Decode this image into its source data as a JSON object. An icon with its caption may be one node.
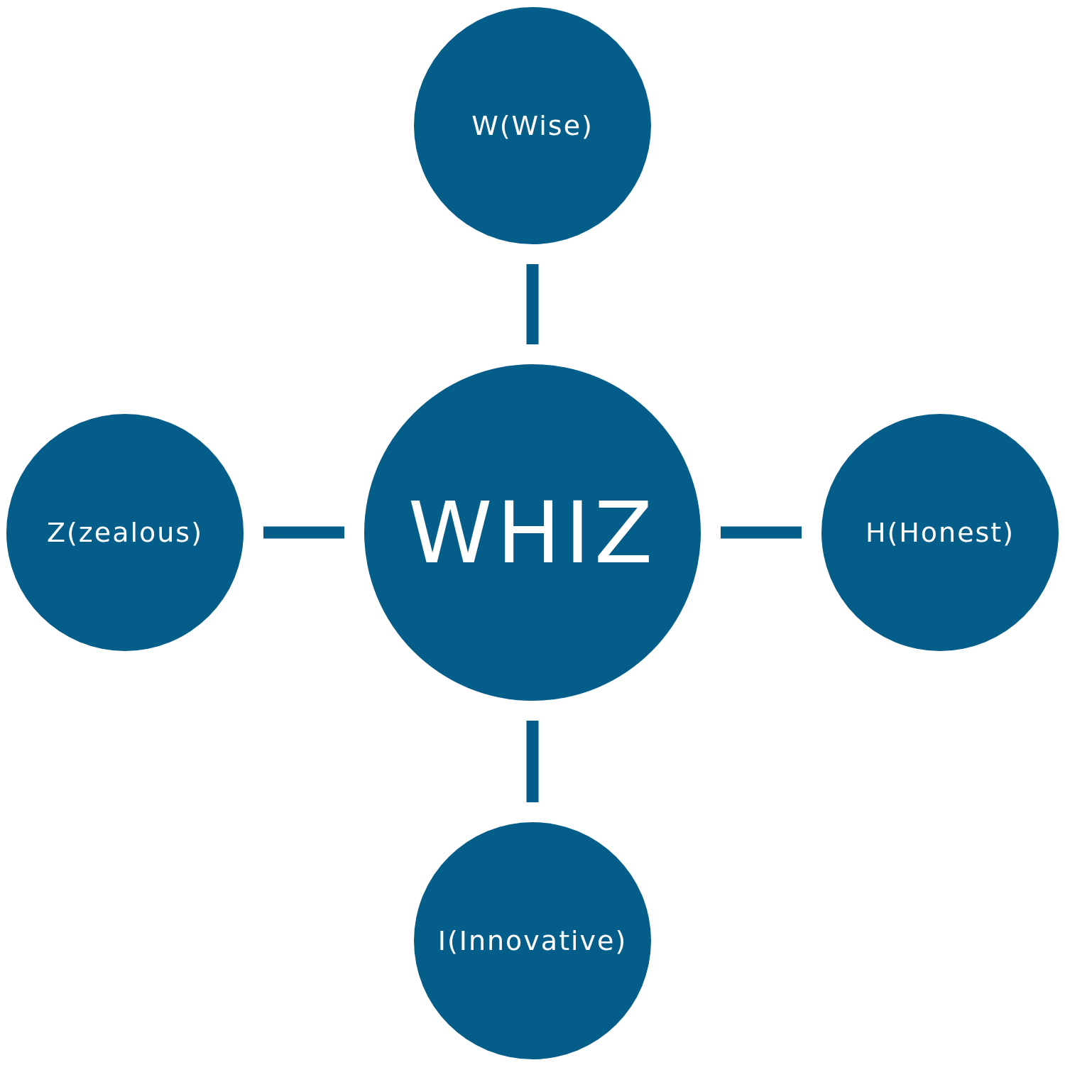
{
  "diagram": {
    "nodes": [
      {
        "text": [
          "W(Wise)"
        ]
      },
      {
        "text": [
          "Z(zealous)"
        ]
      },
      {
        "text": [
          "WHIZ"
        ]
      },
      {
        "text": [
          "H(Honest)"
        ]
      },
      {
        "text": [
          "I(Innovative)"
        ]
      }
    ],
    "edges": [
      {
        "from": 2,
        "to": 0,
        "arrow": "none"
      },
      {
        "from": 2,
        "to": 1,
        "arrow": "none"
      },
      {
        "from": 2,
        "to": 3,
        "arrow": "none"
      },
      {
        "from": 2,
        "to": 4,
        "arrow": "none"
      }
    ]
  }
}
